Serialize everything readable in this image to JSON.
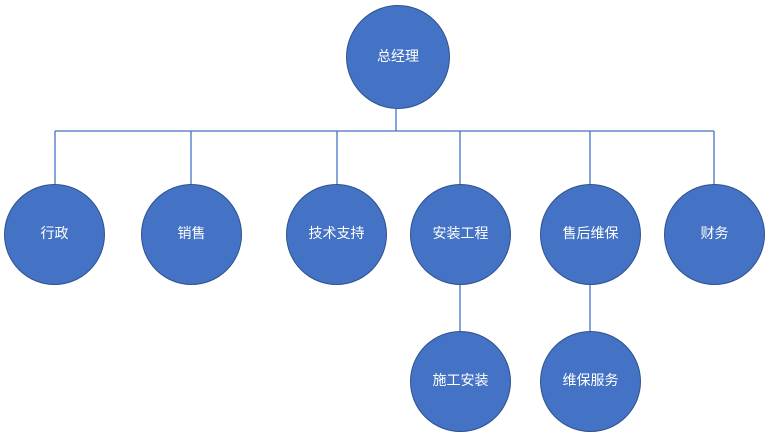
{
  "colors": {
    "node_fill": "#4472c4",
    "node_border": "#2f528f",
    "connector": "#4472c4",
    "node_text": "#ffffff",
    "background": "#ffffff"
  },
  "nodes": {
    "general_manager": "总经理",
    "administration": "行政",
    "sales": "销售",
    "technical_support": "技术支持",
    "installation_engineering": "安装工程",
    "after_sales_maintenance": "售后维保",
    "finance": "财务",
    "construction_installation": "施工安装",
    "maintenance_service": "维保服务"
  }
}
